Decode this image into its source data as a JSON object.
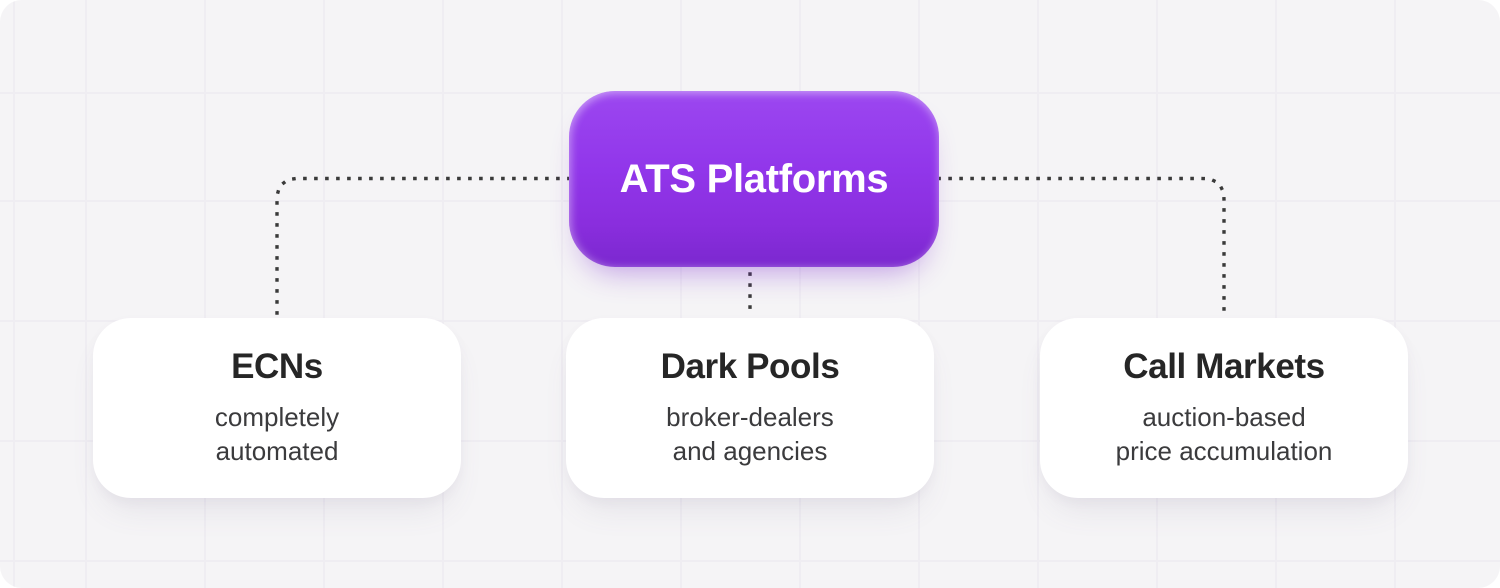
{
  "diagram": {
    "root_node": {
      "label": "ATS Platforms"
    },
    "children": [
      {
        "title": "ECNs",
        "description_line1": "completely",
        "description_line2": "automated"
      },
      {
        "title": "Dark Pools",
        "description_line1": "broker-dealers",
        "description_line2": "and agencies"
      },
      {
        "title": "Call Markets",
        "description_line1": "auction-based",
        "description_line2": "price accumulation"
      }
    ],
    "colors": {
      "root_fill_top": "#9C47F0",
      "root_fill_bottom": "#7B28CF",
      "root_text": "#FFFFFF",
      "card_fill": "#FFFFFF",
      "card_title_text": "#262626",
      "card_body_text": "#3B3B3D",
      "connector_dots": "#3A3A3A",
      "canvas_background": "#F5F4F6",
      "grid_line": "#EFEDF2"
    }
  }
}
